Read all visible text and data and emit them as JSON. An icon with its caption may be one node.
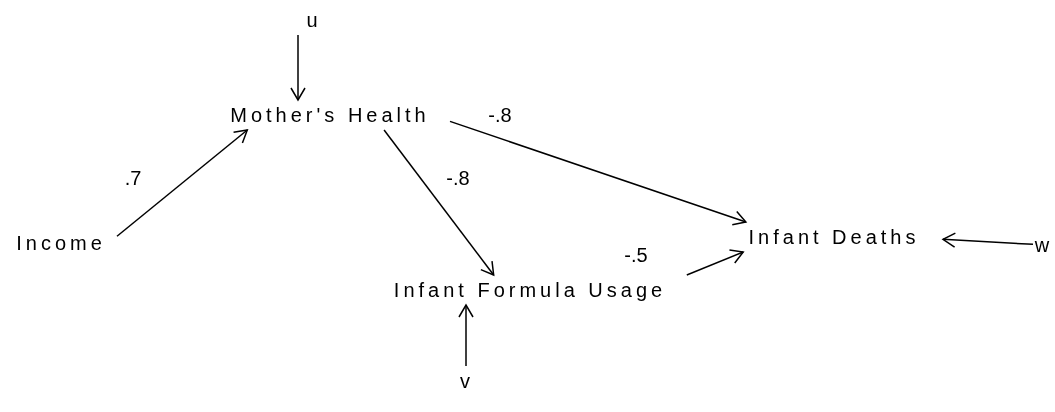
{
  "diagram": {
    "nodes": [
      {
        "text": [
          "u"
        ]
      },
      {
        "text": [
          "Mother's Health"
        ]
      },
      {
        "text": [
          "Income"
        ]
      },
      {
        "text": [
          "Infant Formula Usage"
        ]
      },
      {
        "text": [
          "Infant Deaths"
        ]
      },
      {
        "text": [
          "v"
        ]
      },
      {
        "text": [
          "w"
        ]
      }
    ],
    "edges": [
      {
        "from": 0,
        "to": 1,
        "arrow": "to"
      },
      {
        "from": 2,
        "to": 1,
        "arrow": "to",
        "label": ".7"
      },
      {
        "from": 1,
        "to": 3,
        "arrow": "to",
        "label": "-.8"
      },
      {
        "from": 1,
        "to": 4,
        "arrow": "to",
        "label": "-.8"
      },
      {
        "from": 3,
        "to": 4,
        "arrow": "to",
        "label": "-.5"
      },
      {
        "from": 5,
        "to": 3,
        "arrow": "to"
      },
      {
        "from": 6,
        "to": 4,
        "arrow": "to"
      }
    ]
  }
}
